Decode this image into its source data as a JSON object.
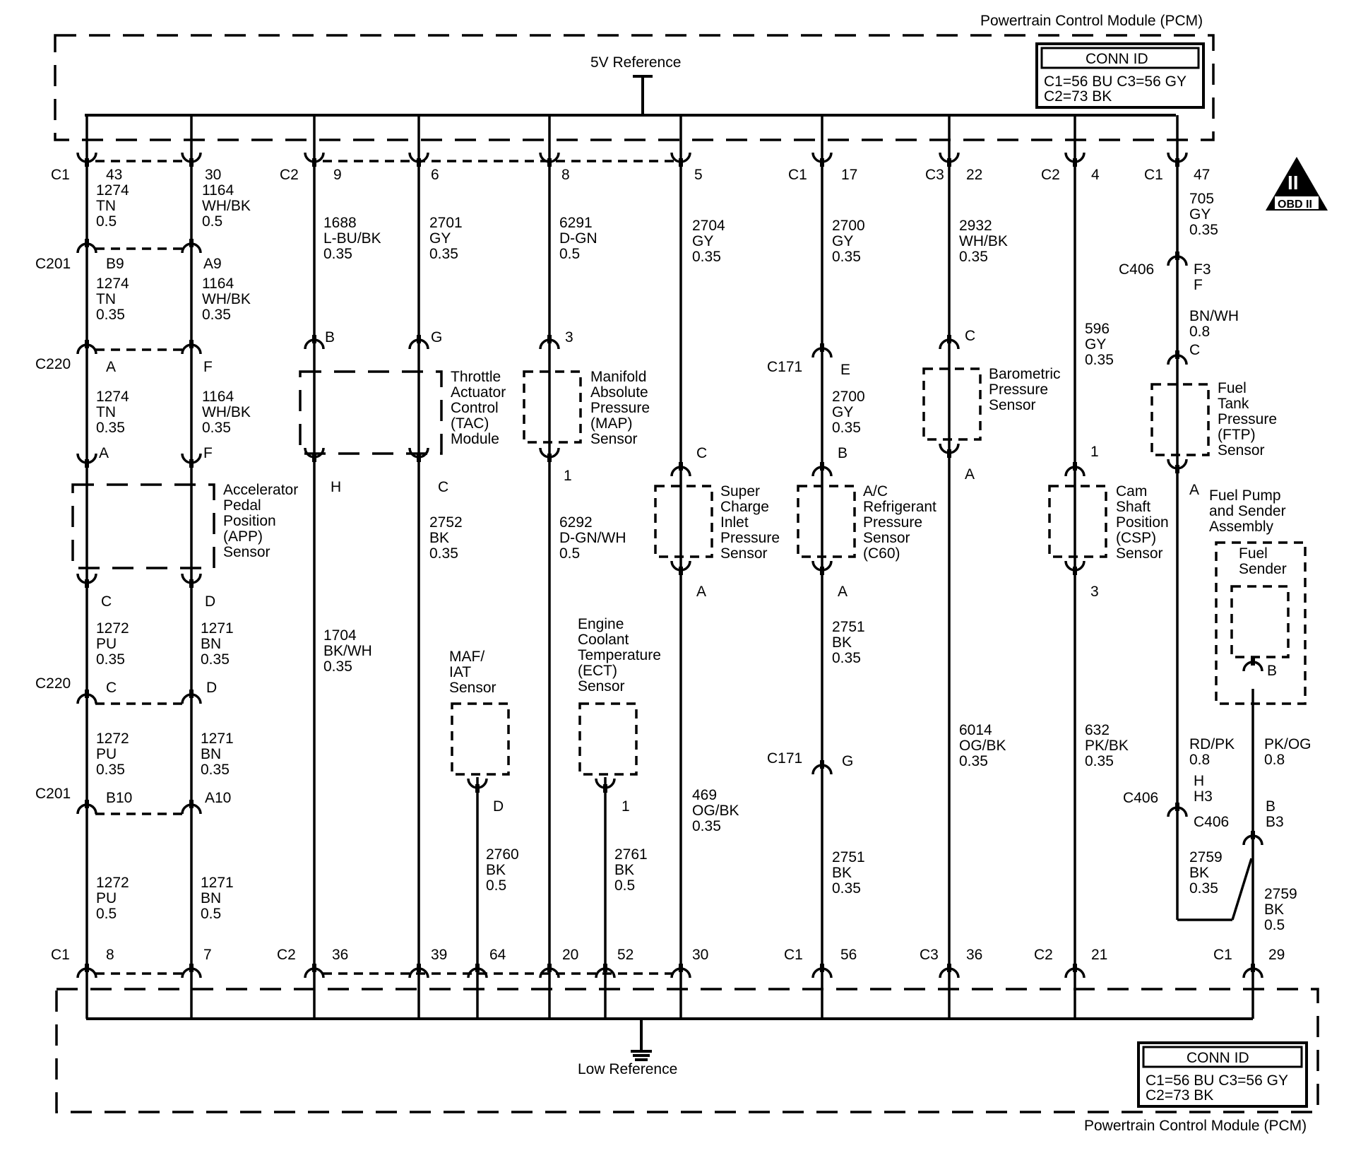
{
  "pcm_label": "Powertrain Control Module (PCM)",
  "conn_id": {
    "title": "CONN ID",
    "line1": "C1=56 BU  C3=56 GY",
    "line2": "C2=73 BK"
  },
  "ref_5v": "5V Reference",
  "low_ref": "Low Reference",
  "obd": {
    "numeral": "II",
    "text": "OBD II"
  },
  "connectors": {
    "C1": "C1",
    "C2": "C2",
    "C3": "C3",
    "C201": "C201",
    "C220": "C220",
    "C171": "C171",
    "C406": "C406"
  },
  "pins_top": [
    "43",
    "30",
    "9",
    "6",
    "8",
    "5",
    "17",
    "22",
    "4",
    "47"
  ],
  "pins_bottom": [
    "8",
    "7",
    "36",
    "39",
    "64",
    "20",
    "52",
    "30",
    "56",
    "36",
    "21",
    "29"
  ],
  "components": [
    {
      "name": "Accelerator Pedal Position (APP) Sensor",
      "lines": [
        "Accelerator",
        "Pedal",
        "Position",
        "(APP)",
        "Sensor"
      ]
    },
    {
      "name": "Throttle Actuator Control (TAC) Module",
      "lines": [
        "Throttle",
        "Actuator",
        "Control",
        "(TAC)",
        "Module"
      ]
    },
    {
      "name": "Manifold Absolute Pressure (MAP) Sensor",
      "lines": [
        "Manifold",
        "Absolute",
        "Pressure",
        "(MAP)",
        "Sensor"
      ]
    },
    {
      "name": "Super Charge Inlet Pressure Sensor",
      "lines": [
        "Super",
        "Charge",
        "Inlet",
        "Pressure",
        "Sensor"
      ]
    },
    {
      "name": "A/C Refrigerant Pressure Sensor (C60)",
      "lines": [
        "A/C",
        "Refrigerant",
        "Pressure",
        "Sensor",
        "(C60)"
      ]
    },
    {
      "name": "Barometric Pressure Sensor",
      "lines": [
        "Barometric",
        "Pressure",
        "Sensor"
      ]
    },
    {
      "name": "Cam Shaft Position (CSP) Sensor",
      "lines": [
        "Cam",
        "Shaft",
        "Position",
        "(CSP)",
        "Sensor"
      ]
    },
    {
      "name": "Fuel Tank Pressure (FTP) Sensor",
      "lines": [
        "Fuel",
        "Tank",
        "Pressure",
        "(FTP)",
        "Sensor"
      ]
    },
    {
      "name": "MAF/IAT Sensor",
      "lines": [
        "MAF/",
        "IAT",
        "Sensor"
      ]
    },
    {
      "name": "Engine Coolant Temperature (ECT) Sensor",
      "lines": [
        "Engine",
        "Coolant",
        "Temperature",
        "(ECT)",
        "Sensor"
      ]
    },
    {
      "name": "Fuel Pump and Sender Assembly",
      "lines": [
        "Fuel Pump",
        "and Sender",
        "Assembly"
      ]
    },
    {
      "name": "Fuel Sender",
      "lines": [
        "Fuel",
        "Sender"
      ]
    }
  ],
  "wire_labels": [
    [
      "1274",
      "TN",
      "0.5"
    ],
    [
      "1164",
      "WH/BK",
      "0.5"
    ],
    [
      "1274",
      "TN",
      "0.35"
    ],
    [
      "1164",
      "WH/BK",
      "0.35"
    ],
    [
      "1274",
      "TN",
      "0.35"
    ],
    [
      "1164",
      "WH/BK",
      "0.35"
    ],
    [
      "1272",
      "PU",
      "0.35"
    ],
    [
      "1271",
      "BN",
      "0.35"
    ],
    [
      "1272",
      "PU",
      "0.35"
    ],
    [
      "1271",
      "BN",
      "0.35"
    ],
    [
      "1272",
      "PU",
      "0.5"
    ],
    [
      "1271",
      "BN",
      "0.5"
    ],
    [
      "1688",
      "L-BU/BK",
      "0.35"
    ],
    [
      "1704",
      "BK/WH",
      "0.35"
    ],
    [
      "2701",
      "GY",
      "0.35"
    ],
    [
      "2752",
      "BK",
      "0.35"
    ],
    [
      "6291",
      "D-GN",
      "0.5"
    ],
    [
      "6292",
      "D-GN/WH",
      "0.5"
    ],
    [
      "2704",
      "GY",
      "0.35"
    ],
    [
      "469",
      "OG/BK",
      "0.35"
    ],
    [
      "2700",
      "GY",
      "0.35"
    ],
    [
      "2700",
      "GY",
      "0.35"
    ],
    [
      "2751",
      "BK",
      "0.35"
    ],
    [
      "2751",
      "BK",
      "0.35"
    ],
    [
      "2932",
      "WH/BK",
      "0.35"
    ],
    [
      "6014",
      "OG/BK",
      "0.35"
    ],
    [
      "596",
      "GY",
      "0.35"
    ],
    [
      "632",
      "PK/BK",
      "0.35"
    ],
    [
      "705",
      "GY",
      "0.35"
    ],
    [
      "BN/WH",
      "0.8"
    ],
    [
      "RD/PK",
      "0.8"
    ],
    [
      "PK/OG",
      "0.8"
    ],
    [
      "2759",
      "BK",
      "0.35"
    ],
    [
      "2759",
      "BK",
      "0.5"
    ],
    [
      "2760",
      "BK",
      "0.5"
    ],
    [
      "2761",
      "BK",
      "0.5"
    ]
  ],
  "pin_letters": {
    "c201_b9": "B9",
    "c201_a9": "A9",
    "c220_a": "A",
    "c220_f": "F",
    "app_a": "A",
    "app_f": "F",
    "app_c": "C",
    "app_d": "D",
    "c220_c": "C",
    "c220_d": "D",
    "c201_b10": "B10",
    "c201_a10": "A10",
    "tac_b": "B",
    "tac_g": "G",
    "tac_h": "H",
    "tac_c": "C",
    "map_3": "3",
    "map_1": "1",
    "sc_c": "C",
    "sc_a": "A",
    "c171_e": "E",
    "ac_b": "B",
    "ac_a": "A",
    "c171_g": "G",
    "baro_c": "C",
    "baro_a": "A",
    "csp_1": "1",
    "csp_3": "3",
    "c406_f3": "F3",
    "c406_f": "F",
    "ftp_c": "C",
    "ftp_a": "A",
    "maf_d": "D",
    "ect_1": "1",
    "fs_b": "B",
    "c406_h": "H",
    "c406_h3": "H3",
    "c406_b": "B",
    "c406_b3": "B3"
  }
}
